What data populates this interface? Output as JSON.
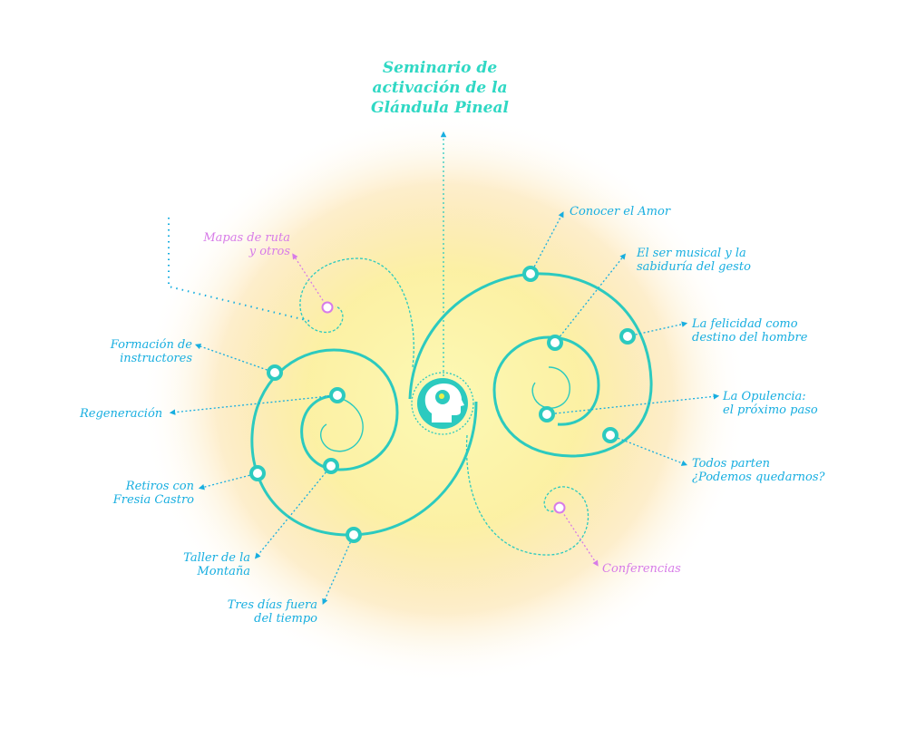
{
  "title": "Seminario de\nactivación de la\nGlándula Pineal",
  "colors": {
    "teal": "#2ccabf",
    "blue": "#17aee0",
    "pink": "#d77be8",
    "glow": "#fbef9a",
    "white": "#ffffff"
  },
  "center_icon": "head-brain-icon",
  "topics": {
    "conocer_amor": "Conocer el Amor",
    "ser_musical": "El ser musical y la\nsabiduría del gesto",
    "felicidad": "La felicidad como\ndestino del hombre",
    "opulencia": "La Opulencia:\nel próximo paso",
    "todos_parten": "Todos parten\n¿Podemos quedarnos?",
    "conferencias": "Conferencias",
    "mapas": "Mapas de ruta\ny otros",
    "formacion": "Formación de\ninstructores",
    "regeneracion": "Regeneración",
    "retiros": "Retiros con\nFresia Castro",
    "taller": "Taller de la\nMontaña",
    "tres_dias": "Tres días fuera\ndel tiempo"
  }
}
